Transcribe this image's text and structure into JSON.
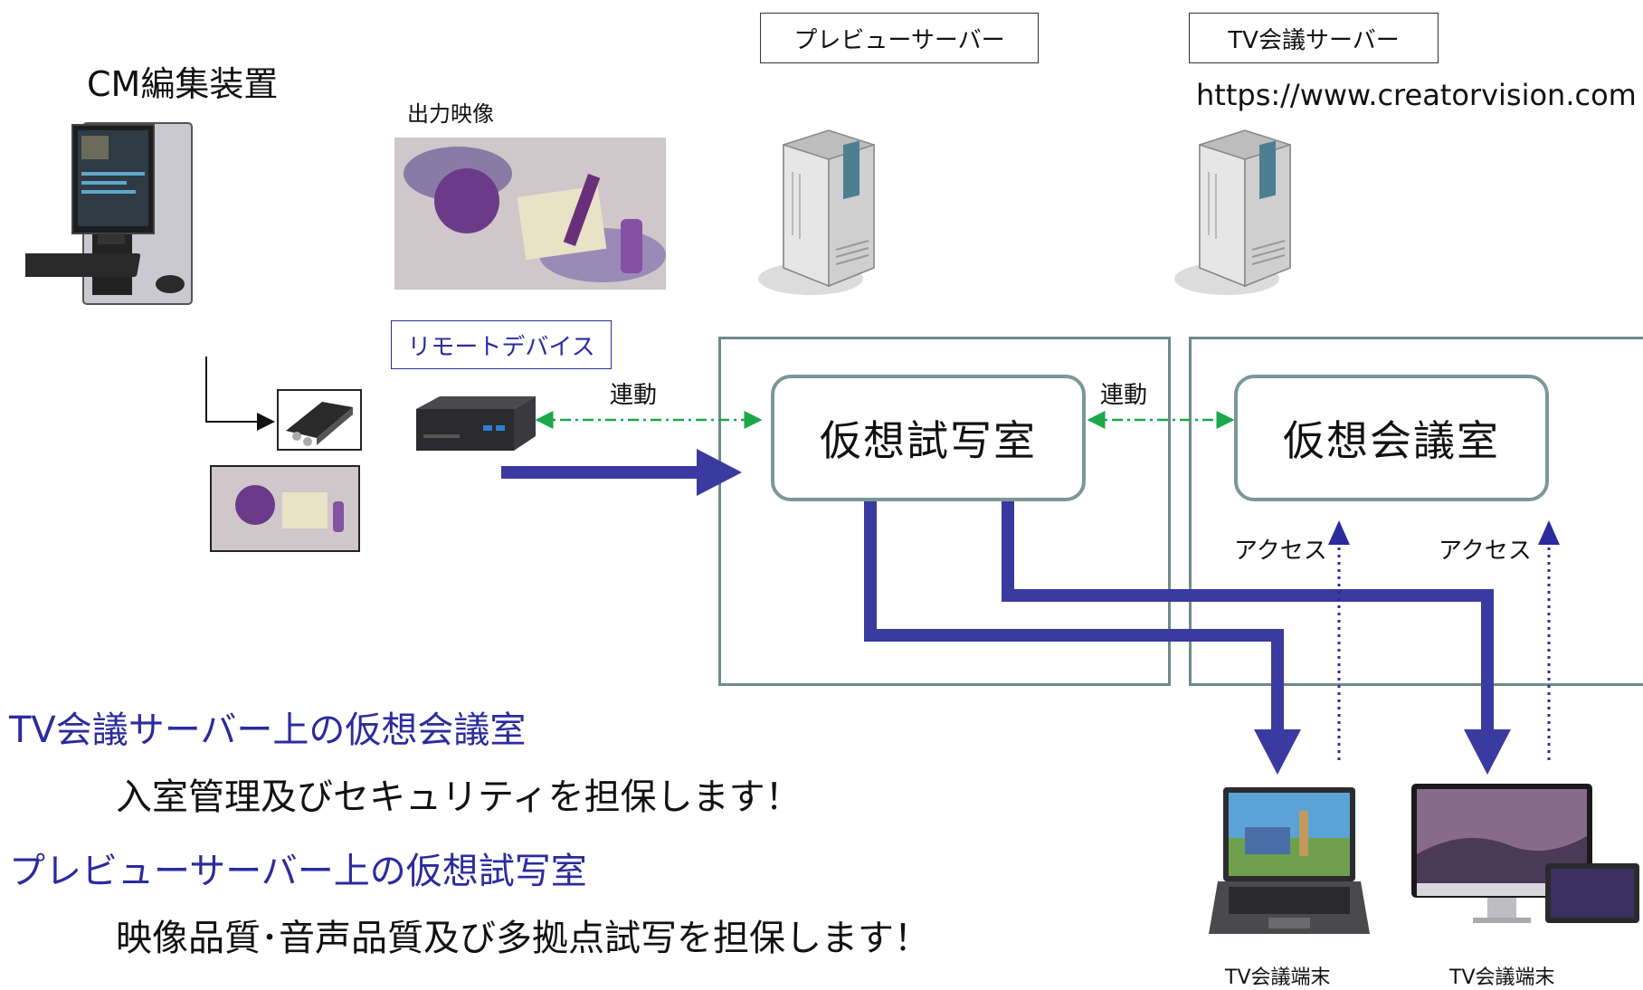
{
  "cm_editor": {
    "title": "CM編集装置"
  },
  "output_video": {
    "label": "出力映像"
  },
  "remote_device": {
    "label": "リモートデバイス"
  },
  "preview_server": {
    "label": "プレビューサーバー"
  },
  "tv_server": {
    "label": "TV会議サーバー",
    "url": "https://www.creatorvision.com"
  },
  "links": {
    "left": "連動",
    "right": "連動"
  },
  "rooms": {
    "preview": "仮想試写室",
    "meeting": "仮想会議室"
  },
  "access": {
    "left": "アクセス",
    "right": "アクセス"
  },
  "terminals": {
    "left": "TV会議端末",
    "right": "TV会議端末"
  },
  "notes": {
    "line1_heading": "TV会議サーバー上の仮想会議室",
    "line1_body": "入室管理及びセキュリティを担保します！",
    "line2_heading": "プレビューサーバー上の仮想試写室",
    "line2_body": "映像品質･音声品質及び多拠点試写を担保します！"
  },
  "colors": {
    "accent_blue": "#3a3aa0",
    "link_green": "#1aa84a",
    "frame": "#7b9799"
  }
}
